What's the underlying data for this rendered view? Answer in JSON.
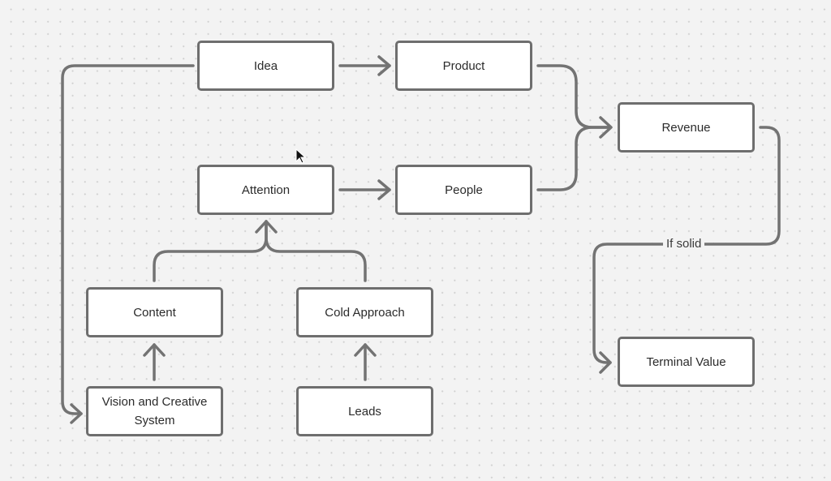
{
  "diagram": {
    "nodes": {
      "idea": "Idea",
      "product": "Product",
      "revenue": "Revenue",
      "attention": "Attention",
      "people": "People",
      "content": "Content",
      "cold_approach": "Cold Approach",
      "vision_line1": "Vision and Creative",
      "vision_line2": "System",
      "leads": "Leads",
      "terminal_value": "Terminal Value"
    },
    "edge_labels": {
      "if_solid": "If solid"
    },
    "colors": {
      "connector": "#737373",
      "node_border": "#6e6e6e",
      "node_fill": "#ffffff",
      "background": "#f3f3f3"
    }
  }
}
